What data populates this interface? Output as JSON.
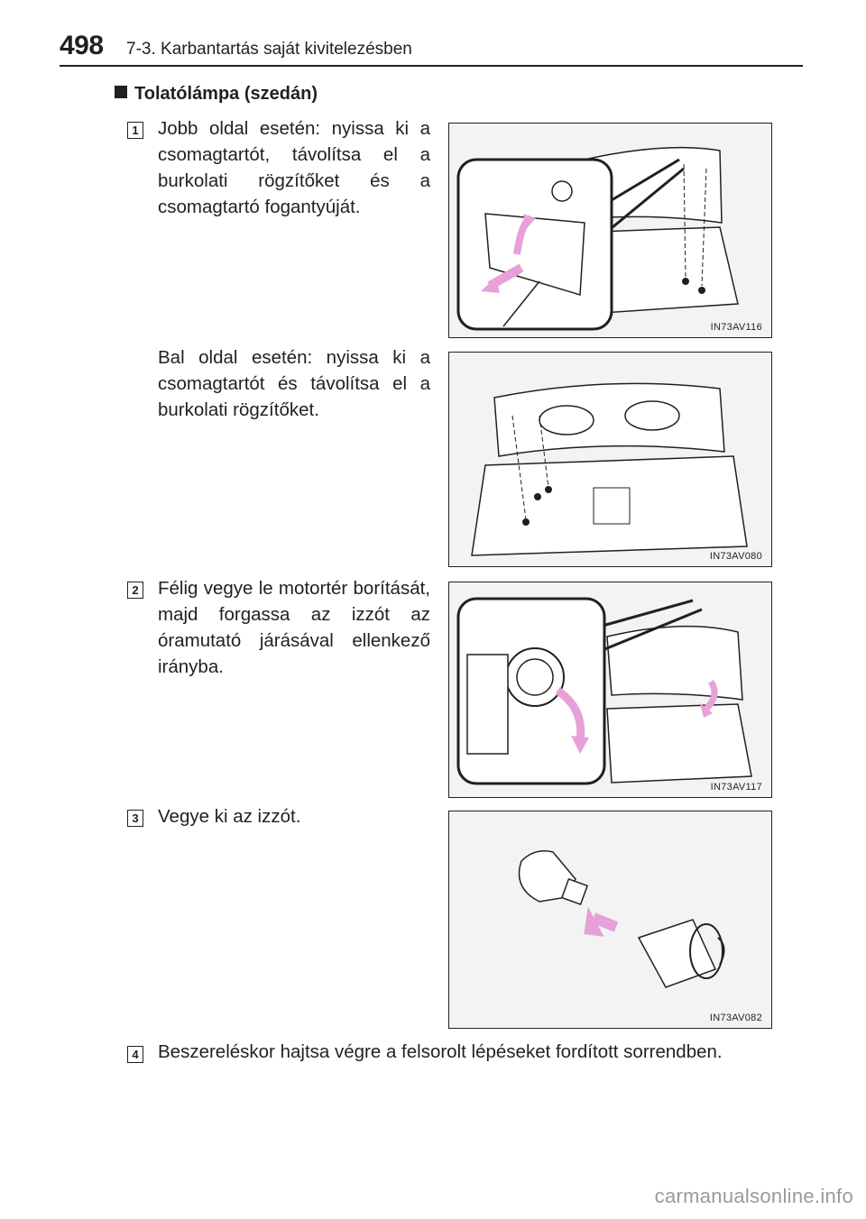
{
  "header": {
    "page_number": "498",
    "chapter": "7-3. Karbantartás saját kivitelezésben"
  },
  "section": {
    "title": "Tolatólámpa (szedán)"
  },
  "steps": [
    {
      "number": "1",
      "text": "Jobb oldal esetén: nyissa ki a csomagtartót, távolítsa el a burkolati rögzítőket és a csomagtartó fogantyúját."
    },
    {
      "number": "",
      "text": "Bal oldal esetén: nyissa ki a csomagtartót és távolítsa el a burkolati rögzítőket."
    },
    {
      "number": "2",
      "text": "Félig vegye le motortér borítását, majd forgassa az izzót az óramutató járásával ellenkező irányba."
    },
    {
      "number": "3",
      "text": "Vegye ki az izzót."
    },
    {
      "number": "4",
      "text": "Beszereléskor hajtsa végre a felsorolt lépéseket fordított sorrendben."
    }
  ],
  "figures": [
    {
      "code": "IN73AV116"
    },
    {
      "code": "IN73AV080"
    },
    {
      "code": "IN73AV117"
    },
    {
      "code": "IN73AV082"
    }
  ],
  "footer": {
    "watermark": "carmanualsonline.info"
  },
  "colors": {
    "text": "#231f20",
    "arrow_pink": "#e7a0d8",
    "figure_bg": "#f3f3f3"
  }
}
